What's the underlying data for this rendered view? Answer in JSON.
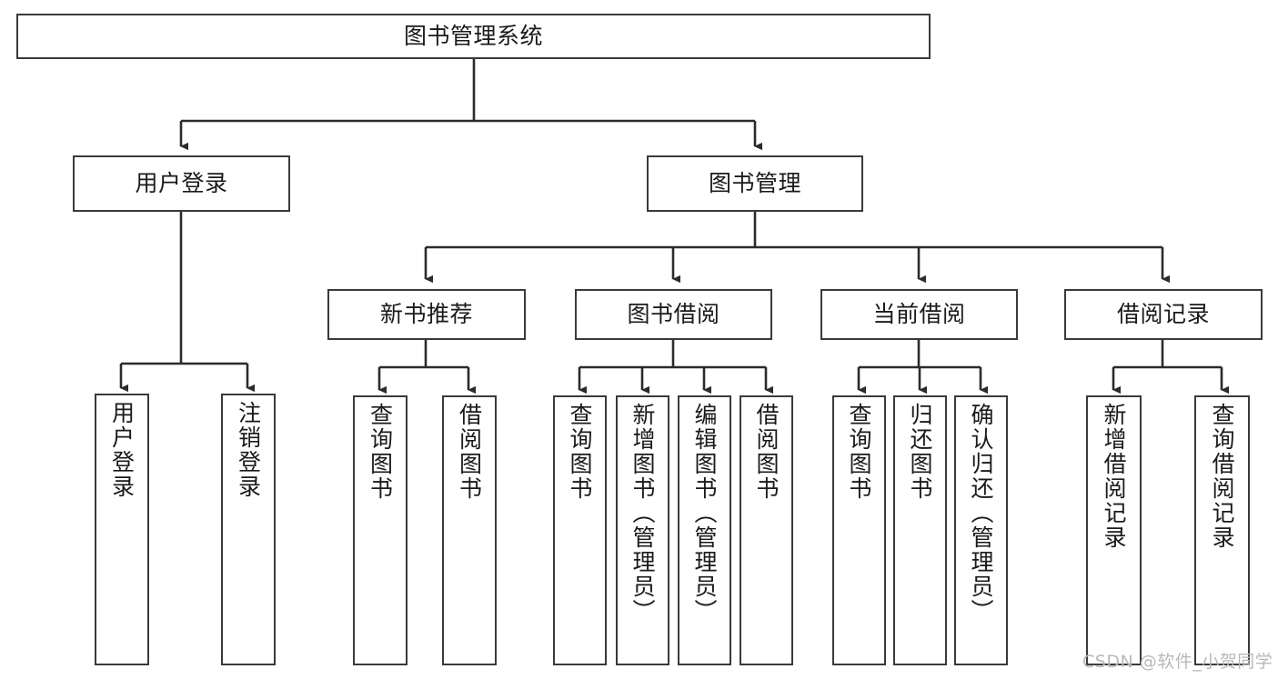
{
  "diagram": {
    "type": "tree-hierarchy",
    "title": "图书管理系统",
    "orientation": "top-down",
    "colors": {
      "box_border": "#3a3a3a",
      "box_fill": "#ffffff",
      "edge": "#2b2b2b",
      "text": "#1a1a1a",
      "watermark": "#b9b9b9",
      "background": "#ffffff"
    },
    "nodes": {
      "root": {
        "label": "图书管理系统",
        "level": 1
      },
      "level2": [
        {
          "id": "user-login",
          "label": "用户登录"
        },
        {
          "id": "book-management",
          "label": "图书管理"
        }
      ],
      "level3": [
        {
          "id": "new-book-recommend",
          "label": "新书推荐",
          "parent": "book-management"
        },
        {
          "id": "book-borrow",
          "label": "图书借阅",
          "parent": "book-management"
        },
        {
          "id": "current-borrow",
          "label": "当前借阅",
          "parent": "book-management"
        },
        {
          "id": "borrow-record",
          "label": "借阅记录",
          "parent": "book-management"
        }
      ],
      "leaves": {
        "user-login": [
          {
            "id": "leaf-user-login",
            "label": "用户登录"
          },
          {
            "id": "leaf-logout",
            "label": "注销登录"
          }
        ],
        "new-book-recommend": [
          {
            "id": "leaf-query-book-1",
            "label": "查询图书"
          },
          {
            "id": "leaf-borrow-book-1",
            "label": "借阅图书"
          }
        ],
        "book-borrow": [
          {
            "id": "leaf-query-book-2",
            "label": "查询图书"
          },
          {
            "id": "leaf-add-book",
            "label": "新增图书（管理员）"
          },
          {
            "id": "leaf-edit-book",
            "label": "编辑图书（管理员）"
          },
          {
            "id": "leaf-borrow-book-2",
            "label": "借阅图书"
          }
        ],
        "current-borrow": [
          {
            "id": "leaf-query-book-3",
            "label": "查询图书"
          },
          {
            "id": "leaf-return-book",
            "label": "归还图书"
          },
          {
            "id": "leaf-confirm-return",
            "label": "确认归还（管理员）"
          }
        ],
        "borrow-record": [
          {
            "id": "leaf-add-record",
            "label": "新增借阅记录"
          },
          {
            "id": "leaf-query-record",
            "label": "查询借阅记录"
          }
        ]
      }
    },
    "watermark": {
      "text": "CSDN @软件_小贺同学"
    }
  }
}
